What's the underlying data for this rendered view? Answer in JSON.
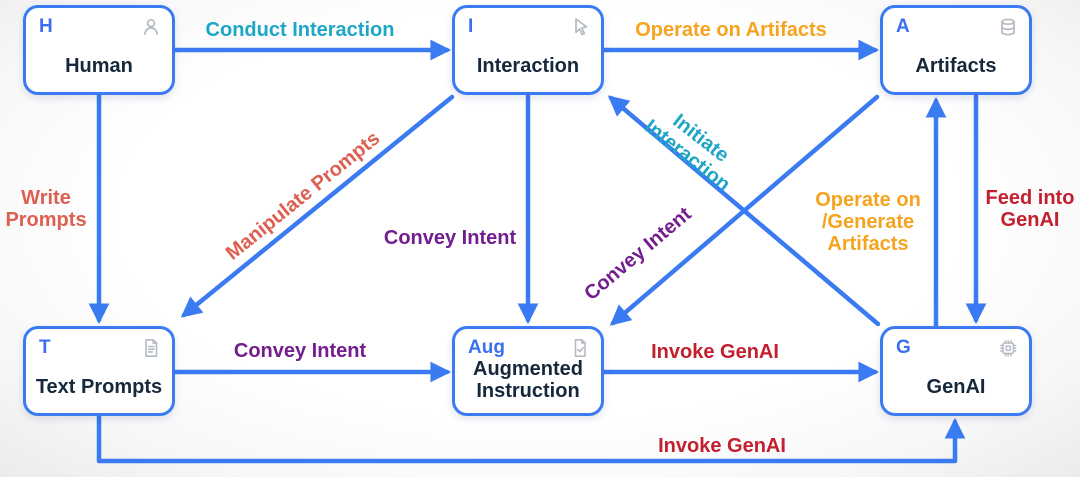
{
  "diagram": {
    "title": "Human–GenAI interaction framework diagram",
    "palette": {
      "node_border": "#3b7bf2",
      "arrow": "#3b7bf2",
      "node_letter": "#3c6ff0",
      "node_title": "#16283c",
      "icon_gray": "#b4bac4",
      "teal": "#1da6c6",
      "orange": "#f6a41f",
      "salmon": "#dd5f52",
      "purple": "#731d8e",
      "crimson": "#c2202f"
    },
    "nodes": [
      {
        "id": "human",
        "letter": "H",
        "title": "Human",
        "icon": "person-icon"
      },
      {
        "id": "interaction",
        "letter": "I",
        "title": "Interaction",
        "icon": "cursor-icon"
      },
      {
        "id": "artifacts",
        "letter": "A",
        "title": "Artifacts",
        "icon": "database-icon"
      },
      {
        "id": "text-prompts",
        "letter": "T",
        "title": "Text Prompts",
        "icon": "document-icon"
      },
      {
        "id": "augmented-instruction",
        "letter": "Aug",
        "title": "Augmented Instruction",
        "icon": "document-check-icon"
      },
      {
        "id": "genai",
        "letter": "G",
        "title": "GenAI",
        "icon": "chip-icon"
      }
    ],
    "edges": [
      {
        "from": "Human",
        "to": "Interaction",
        "label": "Conduct Interaction",
        "color": "#1da6c6"
      },
      {
        "from": "Interaction",
        "to": "Artifacts",
        "label": "Operate on Artifacts",
        "color": "#f6a41f"
      },
      {
        "from": "Human",
        "to": "Text Prompts",
        "label": "Write Prompts",
        "color": "#dd5f52"
      },
      {
        "from": "Interaction",
        "to": "Text Prompts",
        "label": "Manipulate Prompts",
        "color": "#dd5f52"
      },
      {
        "from": "Interaction",
        "to": "Augmented Instruction",
        "label": "Convey Intent",
        "color": "#731d8e"
      },
      {
        "from": "Text Prompts",
        "to": "Augmented Instruction",
        "label": "Convey Intent",
        "color": "#731d8e"
      },
      {
        "from": "Artifacts",
        "to": "Augmented Instruction",
        "label": "Convey Intent",
        "color": "#731d8e"
      },
      {
        "from": "GenAI",
        "to": "Interaction",
        "label": "Initiate Interaction",
        "color": "#1da6c6"
      },
      {
        "from": "GenAI",
        "to": "Artifacts",
        "label": "Operate on /Generate Artifacts",
        "color": "#f6a41f"
      },
      {
        "from": "Artifacts",
        "to": "GenAI",
        "label": "Feed into GenAI",
        "color": "#c2202f"
      },
      {
        "from": "Augmented Instruction",
        "to": "GenAI",
        "label": "Invoke GenAI",
        "color": "#c2202f"
      },
      {
        "from": "Text Prompts",
        "to": "GenAI",
        "label": "Invoke GenAI",
        "color": "#c2202f"
      }
    ]
  }
}
